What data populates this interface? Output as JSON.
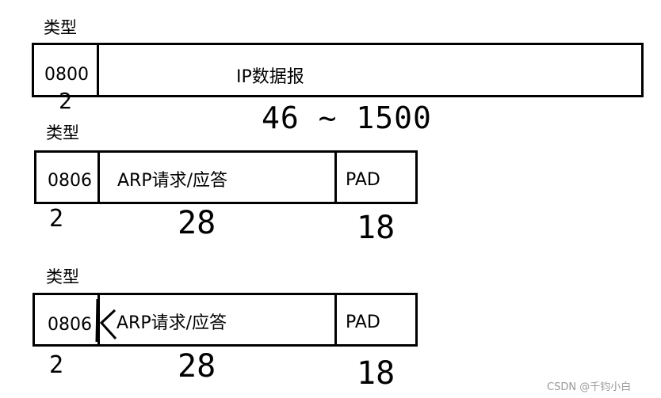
{
  "rows": [
    {
      "type_label": "类型",
      "type_code": "0800",
      "payload": "IP数据报",
      "pad": null,
      "size_type": "2",
      "size_payload": "46 ~ 1500",
      "size_pad": null
    },
    {
      "type_label": "类型",
      "type_code": "0806",
      "payload": "ARP请求/应答",
      "pad": "PAD",
      "size_type": "2",
      "size_payload": "28",
      "size_pad": "18"
    },
    {
      "type_label": "类型",
      "type_code": "0806",
      "payload": "ARP请求/应答",
      "pad": "PAD",
      "size_type": "2",
      "size_payload": "28",
      "size_pad": "18"
    }
  ],
  "watermark": "CSDN @千钧小白"
}
